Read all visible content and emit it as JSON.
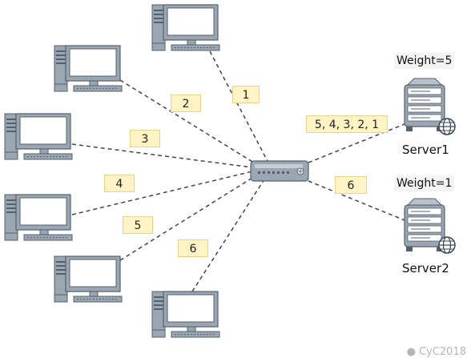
{
  "connection_labels": [
    "1",
    "2",
    "3",
    "4",
    "5",
    "6"
  ],
  "server1": {
    "name": "Server1",
    "weight": "Weight=5",
    "queue": "5, 4, 3, 2, 1"
  },
  "server2": {
    "name": "Server2",
    "weight": "Weight=1",
    "queue": "6"
  },
  "watermark": "CyC2018",
  "colors": {
    "line": "#444444",
    "label_bg": "#fdf3c4",
    "device": "#9aa6b2",
    "screen": "#ffffff"
  },
  "icons": {
    "client": "desktop-computer-icon",
    "balancer": "load-balancer-icon",
    "server": "server-rack-icon",
    "globe": "globe-icon",
    "watermark": "github-icon"
  }
}
